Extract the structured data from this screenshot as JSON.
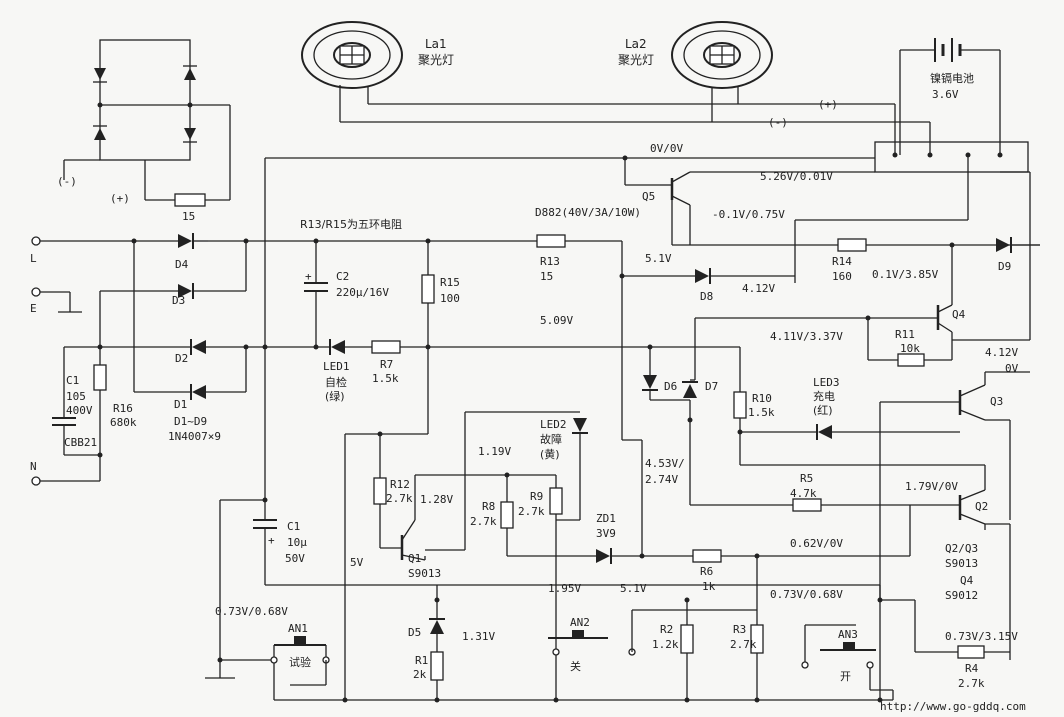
{
  "labels": {
    "la1": "La1",
    "la2": "La2",
    "spot": "聚光灯",
    "battery": "镍镉电池",
    "battery_v": "3.6V",
    "plus": "(+)",
    "minus": "(-)",
    "r15ohm": "15",
    "v0v0v": "0V/0V",
    "q5": "Q5",
    "d882": "D882(40V/3A/10W)",
    "v526": "5.26V/0.01V",
    "vm01": "-0.1V/0.75V",
    "r13r15note": "R13/R15为五环电阻",
    "L": "L",
    "E": "E",
    "N": "N",
    "d4": "D4",
    "d3": "D3",
    "d2": "D2",
    "d1": "D1",
    "d1d9": "D1~D9",
    "d1d9type": "1N4007×9",
    "c2": "C2",
    "c2val": "220μ/16V",
    "r15": "R15",
    "r15val": "100",
    "r13": "R13",
    "r13val": "15",
    "v51a": "5.1V",
    "v509": "5.09V",
    "d8": "D8",
    "v412a": "4.12V",
    "r14": "R14",
    "r14val": "160",
    "v01v385": "0.1V/3.85V",
    "d9": "D9",
    "c1old": "C1",
    "c1oldval": "105",
    "c1oldv": "400V",
    "cbb21": "CBB21",
    "r16": "R16",
    "r16val": "680k",
    "led1": "LED1",
    "led1a": "自检",
    "led1b": "(绿)",
    "r7": "R7",
    "r7val": "1.5k",
    "d6": "D6",
    "d7": "D7",
    "v411": "4.11V/3.37V",
    "r11": "R11",
    "r11val": "10k",
    "q4": "Q4",
    "v412b": "4.12V",
    "v0": "0V",
    "r10": "R10",
    "r10val": "1.5k",
    "led3": "LED3",
    "led3a": "充电",
    "led3b": "(红)",
    "q3": "Q3",
    "led2": "LED2",
    "led2a": "故障",
    "led2b": "(黄)",
    "v119": "1.19V",
    "v128": "1.28V",
    "r12": "R12",
    "r12val": "2.7k",
    "r8": "R8",
    "r8val": "2.7k",
    "r9": "R9",
    "r9val": "2.7k",
    "v453": "4.53V/",
    "v274": "2.74V",
    "q1": "Q1",
    "q1type": "S9013",
    "v5": "5V",
    "zd1": "ZD1",
    "zd1val": "3V9",
    "r6": "R6",
    "r6val": "1k",
    "v062": "0.62V/0V",
    "v179": "1.79V/0V",
    "r5": "R5",
    "r5val": "4.7k",
    "q2": "Q2",
    "q2q3": "Q2/Q3",
    "s9013b": "S9013",
    "q4b": "Q4",
    "s9012": "S9012",
    "c1": "C1",
    "c1val": "10μ",
    "c1v": "50V",
    "v195": "1.95V",
    "v51b": "5.1V",
    "v073a": "0.73V/0.68V",
    "v073b": "0.73V/0.68V",
    "an1": "AN1",
    "shiyan": "试验",
    "d5": "D5",
    "v131": "1.31V",
    "r1": "R1",
    "r1val": "2k",
    "an2": "AN2",
    "guan": "关",
    "r2": "R2",
    "r2val": "1.2k",
    "r3": "R3",
    "r3val": "2.7k",
    "an3": "AN3",
    "kai": "开",
    "v073315": "0.73V/3.15V",
    "r4": "R4",
    "r4val": "2.7k",
    "url": "http://www.go-gddq.com"
  }
}
